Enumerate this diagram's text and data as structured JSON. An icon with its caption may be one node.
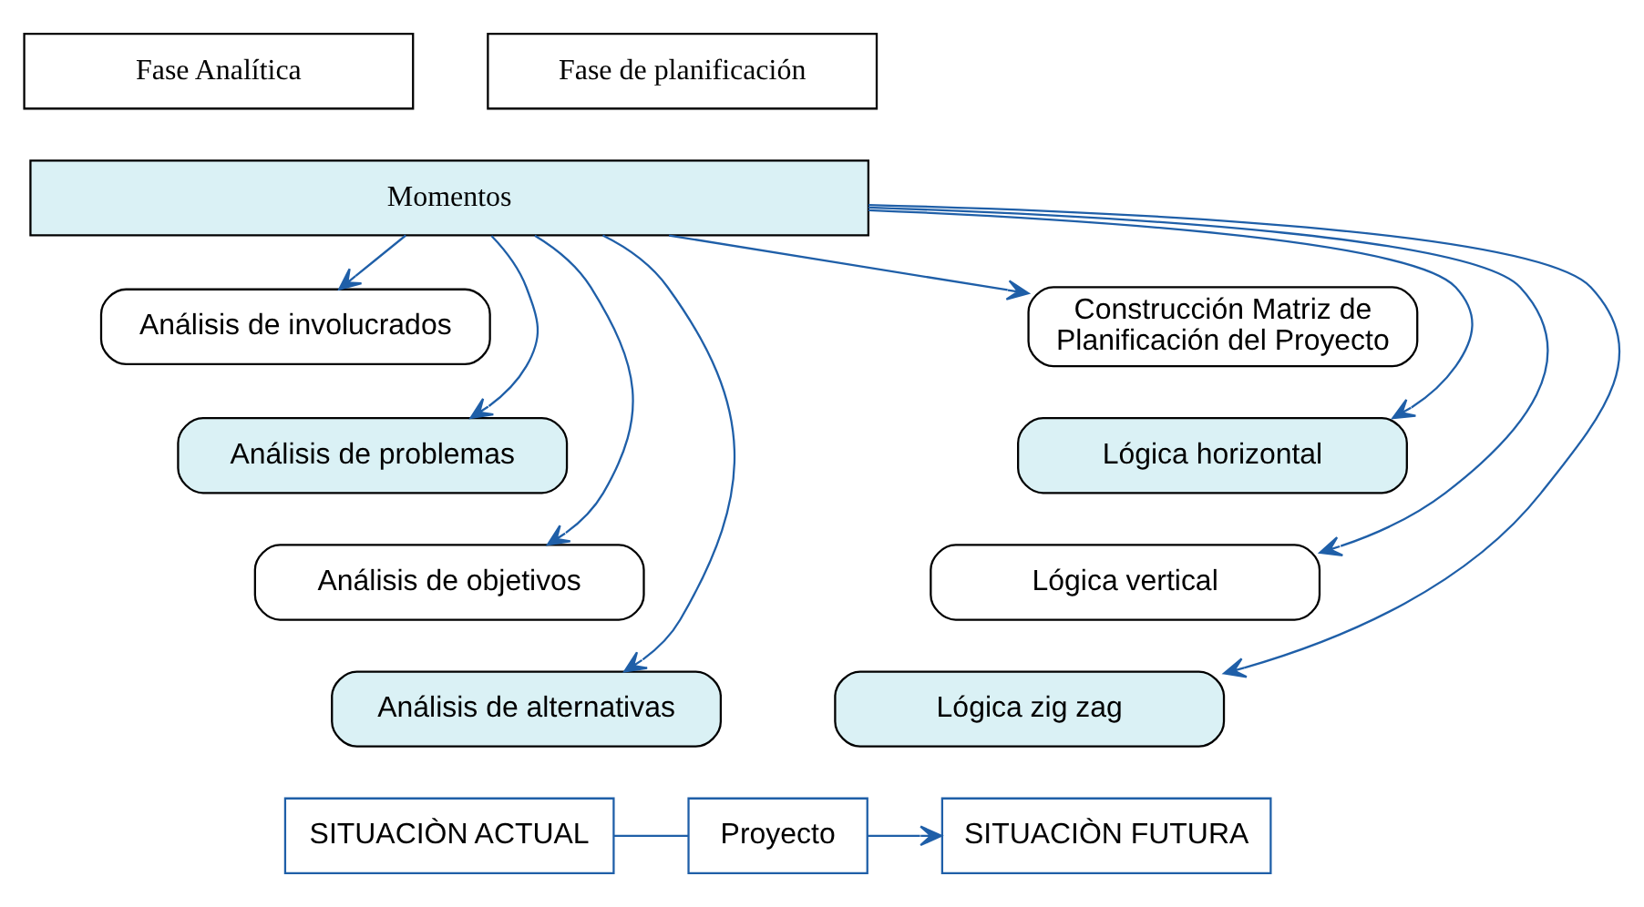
{
  "diagram": {
    "nodes": [
      {
        "text": [
          "Fase Analítica"
        ]
      },
      {
        "text": [
          "Fase de planificación"
        ]
      },
      {
        "text": [
          "Momentos"
        ]
      },
      {
        "text": [
          "Análisis de involucrados"
        ]
      },
      {
        "text": [
          "Análisis de problemas"
        ]
      },
      {
        "text": [
          "Análisis de objetivos"
        ]
      },
      {
        "text": [
          "Análisis de alternativas"
        ]
      },
      {
        "text": [
          "Construcción Matriz de Planificación del Proyecto"
        ]
      },
      {
        "text": [
          "Lógica horizontal"
        ]
      },
      {
        "text": [
          "Lógica vertical"
        ]
      },
      {
        "text": [
          "Lógica zig zag"
        ]
      },
      {
        "text": [
          "SITUACIÒN ACTUAL"
        ]
      },
      {
        "text": [
          "Proyecto"
        ]
      },
      {
        "text": [
          "SITUACIÒN FUTURA"
        ]
      }
    ],
    "edges": [
      {
        "from": 2,
        "to": 3,
        "arrow": "to"
      },
      {
        "from": 2,
        "to": 4,
        "arrow": "to"
      },
      {
        "from": 2,
        "to": 5,
        "arrow": "to"
      },
      {
        "from": 2,
        "to": 6,
        "arrow": "to"
      },
      {
        "from": 2,
        "to": 7,
        "arrow": "to"
      },
      {
        "from": 2,
        "to": 8,
        "arrow": "to"
      },
      {
        "from": 2,
        "to": 9,
        "arrow": "to"
      },
      {
        "from": 2,
        "to": 10,
        "arrow": "to"
      },
      {
        "from": 11,
        "to": 12,
        "arrow": "none"
      },
      {
        "from": 12,
        "to": 13,
        "arrow": "to"
      }
    ]
  }
}
